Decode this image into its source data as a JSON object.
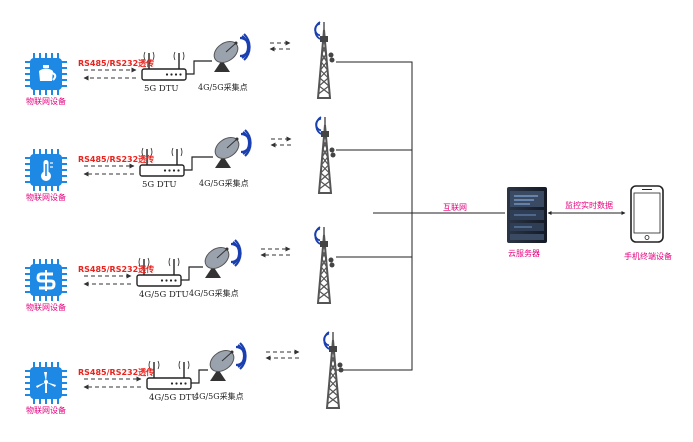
{
  "rows": [
    {
      "device_label": "物联网设备",
      "protocol_label": "RS485/RS232透传",
      "dtu_label": "5G DTU",
      "point_label": "4G/5G采集点",
      "device_icon": "water-kettle-icon"
    },
    {
      "device_label": "物联网设备",
      "protocol_label": "RS485/RS232透传",
      "dtu_label": "5G DTU",
      "point_label": "4G/5G采集点",
      "device_icon": "thermometer-icon"
    },
    {
      "device_label": "物联网设备",
      "protocol_label": "RS485/RS232透传",
      "dtu_label": "4G/5G DTU",
      "point_label": "4G/5G采集点",
      "device_icon": "dollar-icon"
    },
    {
      "device_label": "物联网设备",
      "protocol_label": "RS485/RS232透传",
      "dtu_label": "4G/5G DTU",
      "point_label": "4G/5G采集点",
      "device_icon": "wind-turbine-icon"
    }
  ],
  "internet_label": "互联网",
  "server_label": "云服务器",
  "monitor_label": "监控实时数据",
  "phone_label": "手机终端设备",
  "colors": {
    "chip_blue": "#1e88e5",
    "signal_blue": "#1a3fb0",
    "tower_gray": "#555555",
    "label_pink": "#e6007e",
    "label_red": "#e8231d",
    "server_dark": "#1f2937"
  }
}
